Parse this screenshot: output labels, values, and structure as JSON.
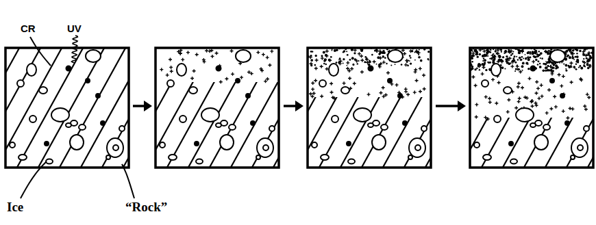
{
  "diagram": {
    "labels": [
      "CR",
      "UV",
      "Ice",
      "“Rock”"
    ]
  }
}
